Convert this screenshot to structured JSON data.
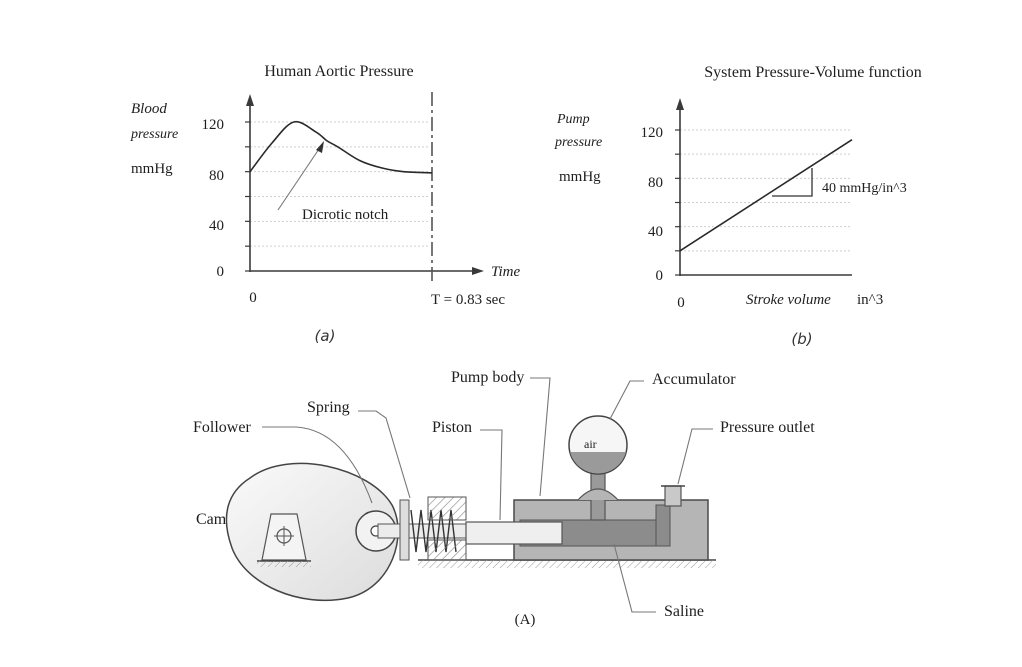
{
  "chart_a": {
    "title": "Human Aortic Pressure",
    "ylabel_line1": "Blood",
    "ylabel_line2": "pressure",
    "yunit": "mmHg",
    "yticks": [
      "0",
      "40",
      "80",
      "120"
    ],
    "x_origin": "0",
    "xlabel": "Time",
    "period_label": "T = 0.83 sec",
    "annotation": "Dicrotic notch",
    "caption": "(a)"
  },
  "chart_b": {
    "title": "System Pressure-Volume function",
    "ylabel_line1": "Pump",
    "ylabel_line2": "pressure",
    "yunit": "mmHg",
    "yticks": [
      "0",
      "40",
      "80",
      "120"
    ],
    "x_origin": "0",
    "xlabel": "Stroke volume",
    "xunit": "in^3",
    "slope_label": "40 mmHg/in^3",
    "caption": "(b)"
  },
  "chart_data": [
    {
      "type": "line",
      "title": "Human Aortic Pressure",
      "xlabel": "Time",
      "ylabel": "Blood pressure mmHg",
      "ylim": [
        0,
        140
      ],
      "x": [
        0,
        0.1,
        0.2,
        0.3,
        0.35,
        0.4,
        0.5,
        0.6,
        0.7,
        0.83
      ],
      "series": [
        {
          "values": [
            80,
            103,
            120,
            112,
            105,
            100,
            89,
            83,
            80,
            79
          ]
        }
      ]
    },
    {
      "type": "line",
      "title": "System Pressure-Volume function",
      "xlabel": "Stroke volume in^3",
      "ylabel": "Pump pressure mmHg",
      "ylim": [
        0,
        140
      ],
      "x": [
        0,
        2.3
      ],
      "series": [
        {
          "values": [
            20,
            112
          ]
        }
      ]
    }
  ],
  "pump_diagram": {
    "labels": {
      "pump_body": "Pump body",
      "accumulator": "Accumulator",
      "spring": "Spring",
      "follower": "Follower",
      "piston": "Piston",
      "pressure_outlet": "Pressure outlet",
      "cam": "Cam",
      "air": "air",
      "saline": "Saline"
    },
    "caption": "(A)"
  }
}
